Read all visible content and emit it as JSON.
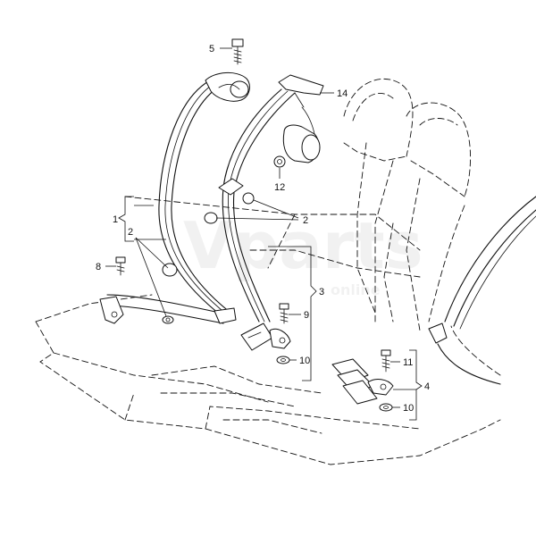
{
  "diagram": {
    "background": "#ffffff",
    "line_color": "#111111",
    "watermark_brand": "Vparts",
    "watermark_tagline": "online"
  },
  "callouts": [
    {
      "id": "c5",
      "label": "5"
    },
    {
      "id": "c14",
      "label": "14"
    },
    {
      "id": "c12",
      "label": "12"
    },
    {
      "id": "c1",
      "label": "1"
    },
    {
      "id": "c2a",
      "label": "2"
    },
    {
      "id": "c2b",
      "label": "2"
    },
    {
      "id": "c8",
      "label": "8"
    },
    {
      "id": "c3",
      "label": "3"
    },
    {
      "id": "c9",
      "label": "9"
    },
    {
      "id": "c10a",
      "label": "10"
    },
    {
      "id": "c11",
      "label": "11"
    },
    {
      "id": "c4",
      "label": "4"
    },
    {
      "id": "c10b",
      "label": "10"
    }
  ]
}
